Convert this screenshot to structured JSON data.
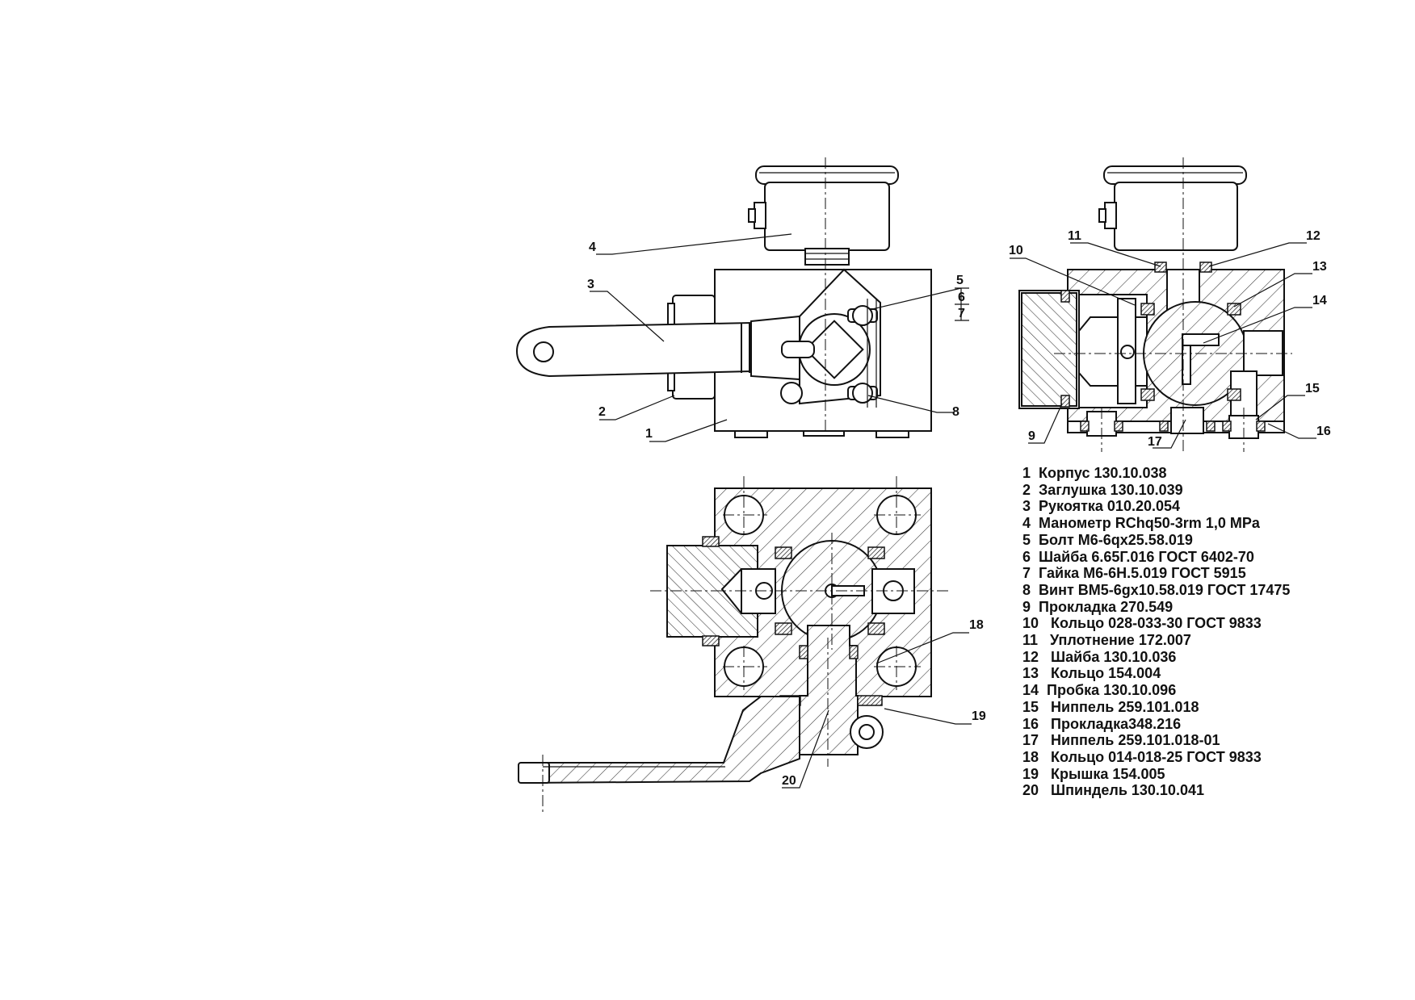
{
  "labels": {
    "view_front": [
      "4",
      "3",
      "2",
      "1",
      "5",
      "6",
      "7",
      "8"
    ],
    "view_side": [
      "11",
      "12",
      "10",
      "13",
      "14",
      "15",
      "9",
      "17",
      "16"
    ],
    "view_plan": [
      "18",
      "19",
      "20"
    ]
  },
  "parts": [
    {
      "num": "1",
      "name": "Корпус 130.10.038"
    },
    {
      "num": "2",
      "name": "Заглушка 130.10.039"
    },
    {
      "num": "3",
      "name": "Рукоятка 010.20.054"
    },
    {
      "num": "4",
      "name": "Манометр RChq50-3rm 1,0 MPa"
    },
    {
      "num": "5",
      "name": "Болт М6-6qx25.58.019"
    },
    {
      "num": "6",
      "name": "Шайба 6.65Г.016 ГОСТ 6402-70"
    },
    {
      "num": "7",
      "name": "Гайка М6-6Н.5.019 ГОСТ 5915"
    },
    {
      "num": "8",
      "name": "Винт ВМ5-6gx10.58.019 ГОСТ 17475"
    },
    {
      "num": "9",
      "name": "Прокладка 270.549"
    },
    {
      "num": "10",
      "name": " Кольцо 028-033-30 ГОСТ 9833"
    },
    {
      "num": "11",
      "name": " Уплотнение 172.007"
    },
    {
      "num": "12",
      "name": " Шайба 130.10.036"
    },
    {
      "num": "13",
      "name": " Кольцо 154.004"
    },
    {
      "num": "14",
      "name": "Пробка 130.10.096"
    },
    {
      "num": "15",
      "name": " Ниппель 259.101.018"
    },
    {
      "num": "16",
      "name": " Прокладка348.216"
    },
    {
      "num": "17",
      "name": " Ниппель 259.101.018-01"
    },
    {
      "num": "18",
      "name": " Кольцо 014-018-25 ГОСТ 9833"
    },
    {
      "num": "19",
      "name": " Крышка 154.005"
    },
    {
      "num": "20",
      "name": " Шпиндель 130.10.041"
    }
  ]
}
